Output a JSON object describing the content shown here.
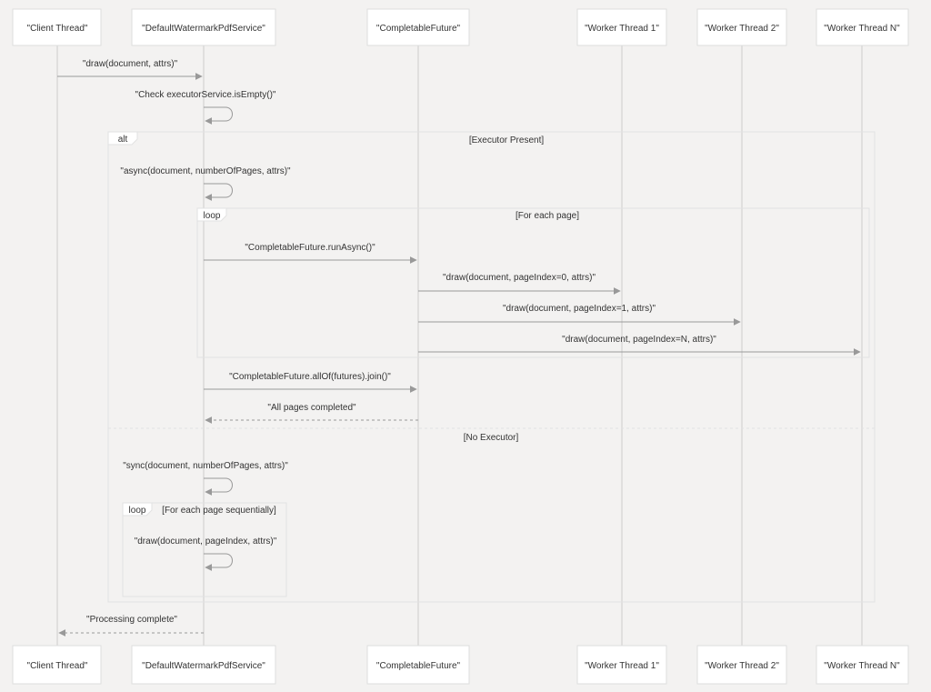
{
  "participants": [
    {
      "id": "client",
      "label": "\"Client Thread\""
    },
    {
      "id": "service",
      "label": "\"DefaultWatermarkPdfService\""
    },
    {
      "id": "future",
      "label": "\"CompletableFuture\""
    },
    {
      "id": "worker1",
      "label": "\"Worker Thread 1\""
    },
    {
      "id": "worker2",
      "label": "\"Worker Thread 2\""
    },
    {
      "id": "workerN",
      "label": "\"Worker Thread N\""
    }
  ],
  "messages": [
    {
      "id": "m1",
      "from": "client",
      "to": "service",
      "label": "\"draw(document, attrs)\"",
      "style": "solid"
    },
    {
      "id": "m2",
      "from": "service",
      "to": "service",
      "label": "\"Check executorService.isEmpty()\"",
      "style": "solid"
    },
    {
      "id": "m3",
      "from": "service",
      "to": "service",
      "label": "\"async(document, numberOfPages, attrs)\"",
      "style": "solid"
    },
    {
      "id": "m4",
      "from": "service",
      "to": "future",
      "label": "\"CompletableFuture.runAsync()\"",
      "style": "solid"
    },
    {
      "id": "m5",
      "from": "future",
      "to": "worker1",
      "label": "\"draw(document, pageIndex=0, attrs)\"",
      "style": "solid"
    },
    {
      "id": "m6",
      "from": "future",
      "to": "worker2",
      "label": "\"draw(document, pageIndex=1, attrs)\"",
      "style": "solid"
    },
    {
      "id": "m7",
      "from": "future",
      "to": "workerN",
      "label": "\"draw(document, pageIndex=N, attrs)\"",
      "style": "solid"
    },
    {
      "id": "m8",
      "from": "service",
      "to": "future",
      "label": "\"CompletableFuture.allOf(futures).join()\"",
      "style": "solid"
    },
    {
      "id": "m9",
      "from": "future",
      "to": "service",
      "label": "\"All pages completed\"",
      "style": "dashed"
    },
    {
      "id": "m10",
      "from": "service",
      "to": "service",
      "label": "\"sync(document, numberOfPages, attrs)\"",
      "style": "solid"
    },
    {
      "id": "m11",
      "from": "service",
      "to": "service",
      "label": "\"draw(document, pageIndex, attrs)\"",
      "style": "solid"
    },
    {
      "id": "m12",
      "from": "service",
      "to": "client",
      "label": "\"Processing complete\"",
      "style": "dashed"
    }
  ],
  "fragments": {
    "alt": {
      "keyword": "alt",
      "condition": "[Executor Present]",
      "else_condition": "[No Executor]"
    },
    "loop_pages": {
      "keyword": "loop",
      "condition": "[For each page]"
    },
    "loop_sequential": {
      "keyword": "loop",
      "condition": "[For each page sequentially]"
    }
  },
  "colors": {
    "background": "#f3f2f1",
    "box_fill": "#ffffff",
    "box_stroke": "#dddddd",
    "lifeline": "#cccccc",
    "arrow": "#999999",
    "text": "#333333",
    "fragment_stroke": "#e2e2e2"
  }
}
